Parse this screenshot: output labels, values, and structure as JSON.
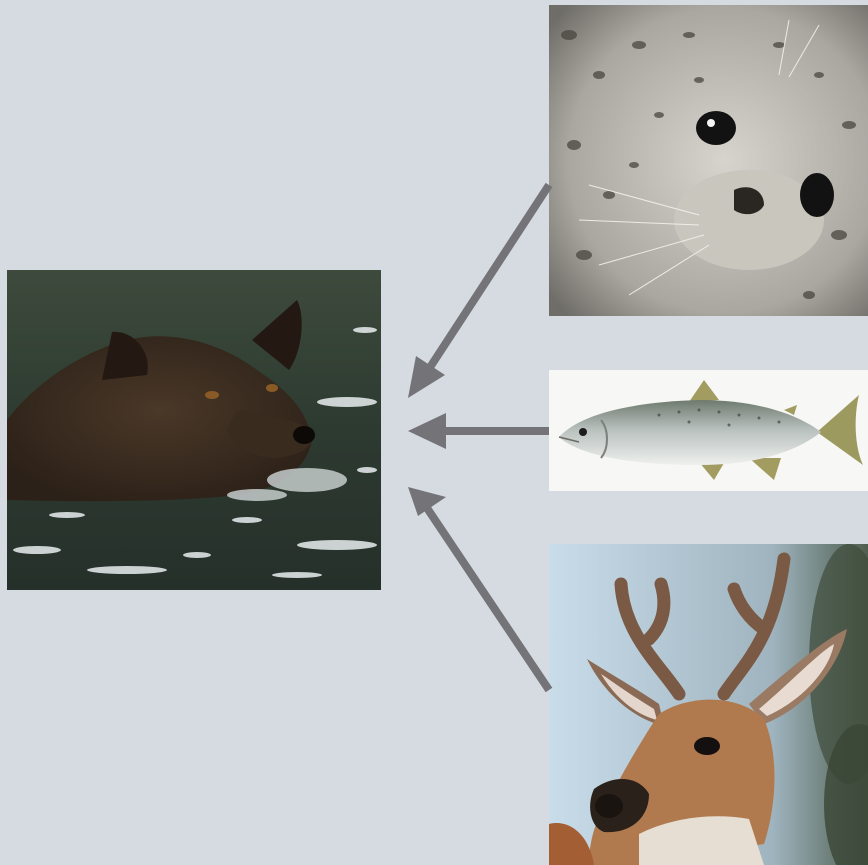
{
  "diagram": {
    "type": "food-web",
    "predator": {
      "icon": "wolf-photo"
    },
    "prey": [
      {
        "icon": "seal-photo"
      },
      {
        "icon": "salmon-photo"
      },
      {
        "icon": "deer-photo"
      }
    ],
    "arrow_color": "#737378",
    "background_color": "#d5dbe1"
  }
}
